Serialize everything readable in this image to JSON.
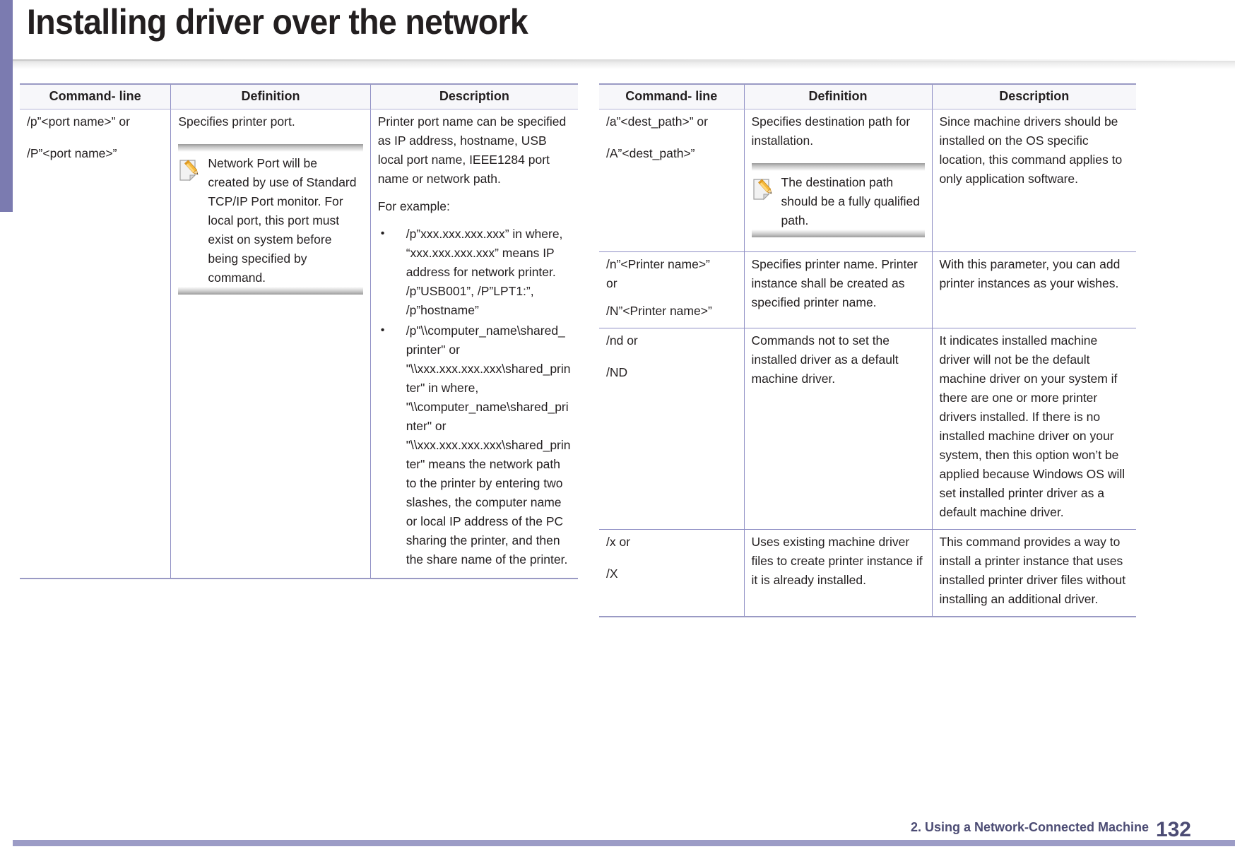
{
  "page": {
    "title": "Installing driver over the network",
    "accent_color": "#7b7bb0",
    "footer_text": "2.  Using a Network-Connected Machine",
    "page_number": "132"
  },
  "table_headers": {
    "command_line": "Command- line",
    "definition": "Definition",
    "description": "Description"
  },
  "left_table": {
    "rows": [
      {
        "command_line_1": "/p”<port name>” or",
        "command_line_2": "/P”<port name>”",
        "definition_text": "Specifies printer port.",
        "definition_note": "Network Port will be created by use of Standard TCP/IP Port monitor. For local port, this port must exist on system before being specified by command.",
        "definition_note_icon": "note-pencil-icon",
        "description_p1": "Printer port name can be specified as IP address, hostname, USB local port name, IEEE1284 port name or network path.",
        "description_p2": "For example:",
        "description_bullets": [
          " /p”xxx.xxx.xxx.xxx” in where, “xxx.xxx.xxx.xxx” means IP address for network printer. /p”USB001”, /P”LPT1:”, /p”hostname”",
          "/p\"\\\\computer_name\\shared_printer\" or \"\\\\xxx.xxx.xxx.xxx\\shared_printer\" in where, \"\\\\computer_name\\shared_printer\" or \"\\\\xxx.xxx.xxx.xxx\\shared_printer\" means the network path to the printer by entering two slashes, the computer name or local IP address of the PC sharing the printer, and then the share name of the printer."
        ]
      }
    ]
  },
  "right_table": {
    "rows": [
      {
        "command_line_1": "/a”<dest_path>” or",
        "command_line_2": "/A”<dest_path>”",
        "definition_text": "Specifies destination path for installation.",
        "definition_note": "The destination path should be a fully qualified path.",
        "definition_note_icon": "note-pencil-icon",
        "description": "Since machine drivers should be installed on the OS specific location, this command applies to only application software."
      },
      {
        "command_line_1": "/n”<Printer name>”",
        "command_line_or": "or",
        "command_line_2": "/N”<Printer name>”",
        "definition_text": "Specifies printer name. Printer instance shall be created as specified printer name.",
        "description": "With this parameter, you can add printer instances as your wishes."
      },
      {
        "command_line_1": "/nd or",
        "command_line_2": "/ND",
        "definition_text": "Commands not to set the installed driver as a default machine driver.",
        "description": "It indicates installed machine driver will not be the default machine driver on your system if there are one or more printer drivers installed. If there is no installed machine driver on your system, then this option won’t be applied because Windows OS will set installed printer driver as a default machine driver."
      },
      {
        "command_line_1": "/x or",
        "command_line_2": "/X",
        "definition_text": "Uses existing machine driver files to create printer instance if it is already installed.",
        "description": "This command provides a way to install a printer instance that uses installed printer driver files without installing an additional driver."
      }
    ]
  }
}
